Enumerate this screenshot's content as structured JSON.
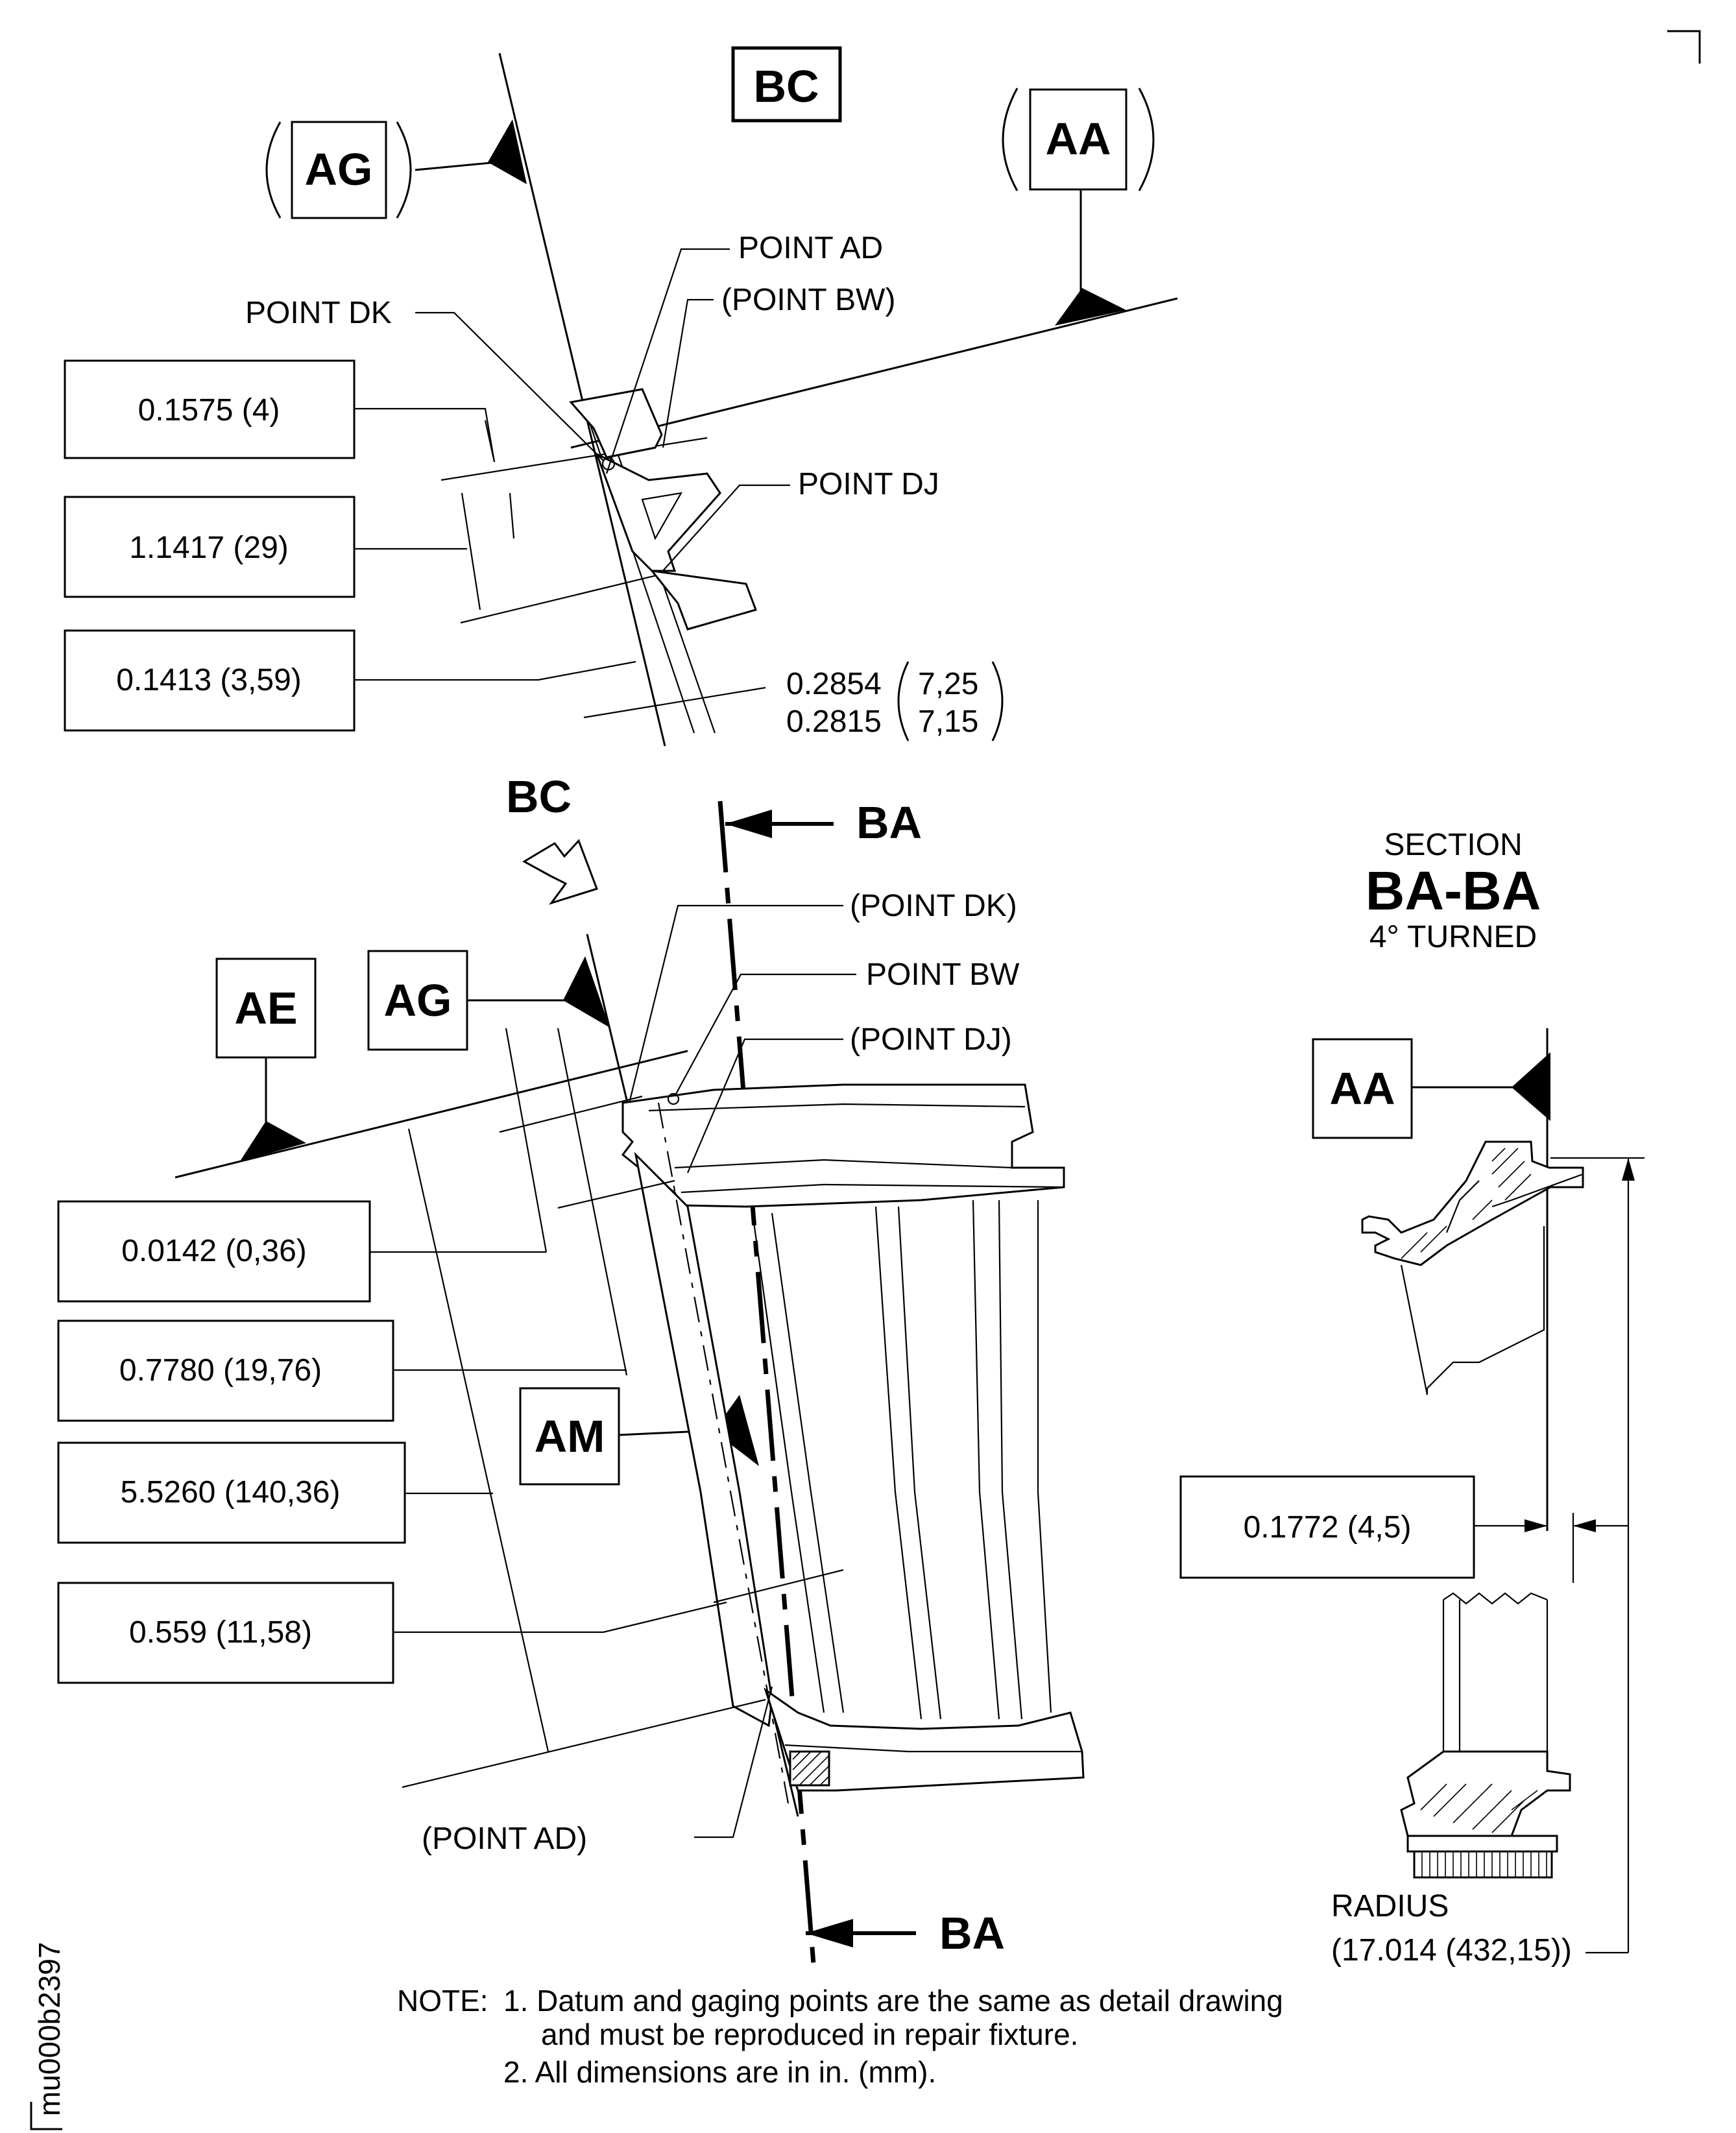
{
  "datums": {
    "bc_box": "BC",
    "ag_top": "AG",
    "aa_top": "AA",
    "ae": "AE",
    "ag_mid": "AG",
    "am": "AM",
    "aa_section": "AA"
  },
  "view_arrow": "BC",
  "section_markers": {
    "top": "BA",
    "bottom": "BA"
  },
  "section_title": {
    "line1": "SECTION",
    "line2": "BA-BA",
    "line3": "4° TURNED"
  },
  "point_labels": {
    "point_ad": "POINT AD",
    "point_bw_paren": "(POINT BW)",
    "point_dk": "POINT DK",
    "point_dj": "POINT DJ",
    "point_dk_paren": "(POINT DK)",
    "point_bw": "POINT BW",
    "point_dj_paren": "(POINT DJ)",
    "point_ad_paren": "(POINT AD)"
  },
  "dimensions": {
    "d1": "0.1575 (4)",
    "d2": "1.1417 (29)",
    "d3": "0.1413 (3,59)",
    "d4_in_upper": "0.2854",
    "d4_in_lower": "0.2815",
    "d4_mm_upper": "7,25",
    "d4_mm_lower": "7,15",
    "d5": "0.0142 (0,36)",
    "d6": "0.7780 (19,76)",
    "d7": "5.5260 (140,36)",
    "d8": "0.559 (11,58)",
    "d9": "0.1772 (4,5)",
    "radius_label": "RADIUS",
    "radius_value": "(17.014 (432,15))"
  },
  "notes": {
    "prefix": "NOTE:",
    "n1_line1": "1. Datum and gaging points are the same as detail drawing",
    "n1_line2": "and must be reproduced in repair fixture.",
    "n2": "2. All dimensions are in in. (mm)."
  },
  "drawing_id": "mu000b2397"
}
